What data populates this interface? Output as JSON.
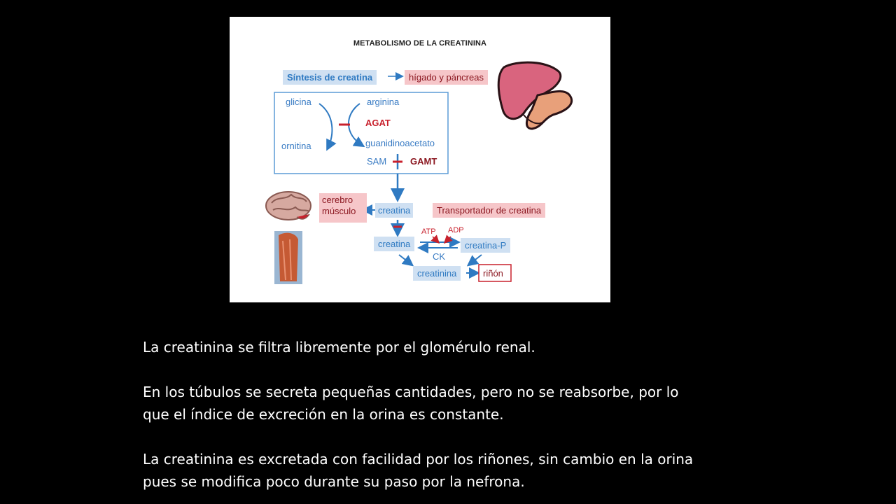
{
  "diagram": {
    "title": "METABOLISMO DE LA CREATININA",
    "sintesis": "Síntesis de creatina",
    "higado": "hígado y páncreas",
    "glicina": "glicina",
    "arginina": "arginina",
    "agat": "AGAT",
    "ornitina": "ornitina",
    "guanidinoacetato": "guanidinoacetato",
    "sam": "SAM",
    "gamt": "GAMT",
    "cerebro": "cerebro",
    "musculo": "músculo",
    "creatina1": "creatina",
    "transportador": "Transportador de creatina",
    "atp": "ATP",
    "adp": "ADP",
    "creatina2": "creatina",
    "creatina_p": "creatina-P",
    "ck": "CK",
    "creatinina": "creatinina",
    "rinon": "riñón"
  },
  "text": {
    "p1": "La creatinina se filtra libremente por el glomérulo renal.",
    "p2_l1": "En los túbulos se secreta pequeñas cantidades, pero no se reabsorbe,  por  lo",
    "p2_l2": "que  el índice de excreción en la orina es constante.",
    "p3_l1": "La creatinina es excretada con facilidad por los riñones,  sin cambio en la orina",
    "p3_l2": "pues se  modifica poco durante su paso por la nefrona."
  },
  "colors": {
    "blue": "#2f7ac2",
    "red": "#c8202c",
    "blue_fill": "#cfe0f2",
    "pink_fill": "#f6c6c9"
  }
}
